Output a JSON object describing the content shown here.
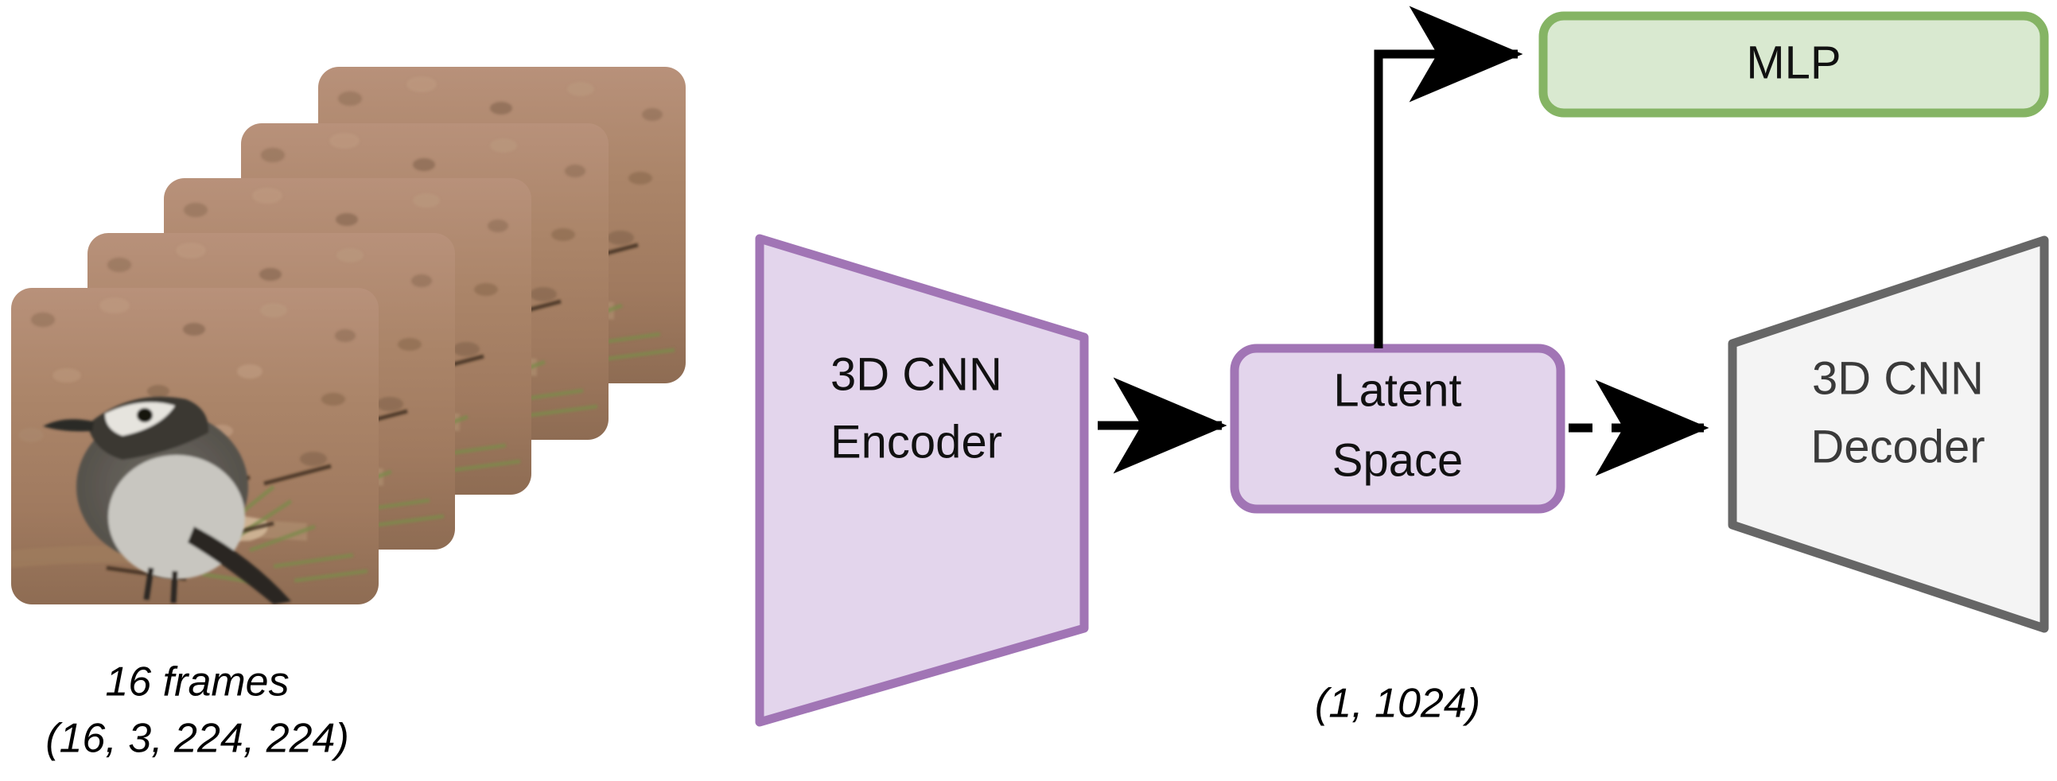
{
  "diagram": {
    "type": "model-architecture",
    "title": "3D CNN video autoencoder with MLP head",
    "background": "#ffffff",
    "colors": {
      "purple_fill": "#E3D5EC",
      "purple_stroke": "#A175B5",
      "green_fill": "#D9E9D0",
      "green_stroke": "#85B464",
      "gray_fill": "#F4F4F4",
      "gray_stroke": "#666666",
      "arrow": "#000000",
      "text": "#111111",
      "text_gray": "#3a3a3a"
    }
  },
  "input": {
    "name": "video-frame-stack",
    "frame_count_drawn": 5,
    "caption_line1": "16 frames",
    "caption_line2": "(16, 3, 224, 224)",
    "subject": "bird-on-ground"
  },
  "nodes": {
    "encoder": {
      "label_line1": "3D CNN",
      "label_line2": "Encoder",
      "shape": "trapezoid-narrowing-right",
      "fill": "#E3D5EC",
      "stroke": "#A175B5"
    },
    "latent": {
      "label_line1": "Latent",
      "label_line2": "Space",
      "shape": "rounded-rect",
      "fill": "#E3D5EC",
      "stroke": "#A175B5",
      "caption": "(1, 1024)"
    },
    "mlp": {
      "label": "MLP",
      "shape": "rounded-rect",
      "fill": "#D9E9D0",
      "stroke": "#85B464"
    },
    "decoder": {
      "label_line1": "3D CNN",
      "label_line2": "Decoder",
      "shape": "trapezoid-widening-right",
      "fill": "#F4F4F4",
      "stroke": "#666666"
    }
  },
  "edges": [
    {
      "name": "frames-to-encoder",
      "from": "input",
      "to": "encoder",
      "style": "implicit",
      "label": ""
    },
    {
      "name": "encoder-to-latent",
      "from": "encoder",
      "to": "latent",
      "style": "solid",
      "label": ""
    },
    {
      "name": "latent-to-mlp",
      "from": "latent",
      "to": "mlp",
      "style": "solid-elbow",
      "label": ""
    },
    {
      "name": "latent-to-decoder",
      "from": "latent",
      "to": "decoder",
      "style": "dashed",
      "label": ""
    }
  ]
}
